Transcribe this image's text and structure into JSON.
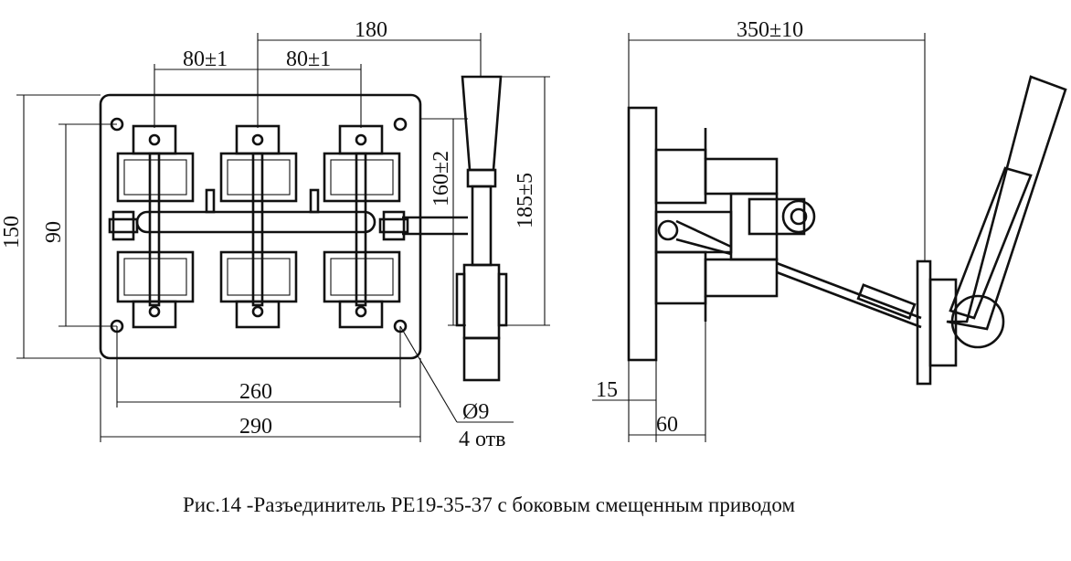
{
  "front_view": {
    "dims": {
      "top_total": "180",
      "pitch_left": "80±1",
      "pitch_right": "80±1",
      "height_total": "150",
      "height_holes": "90",
      "handle_axis": "160±2",
      "handle_height": "185±5",
      "width_holes": "260",
      "width_total": "290",
      "hole_dia": "Ø9",
      "hole_count": "4 отв"
    }
  },
  "side_view": {
    "dims": {
      "overall_depth": "350±10",
      "flange_thickness": "15",
      "base_depth": "60"
    }
  },
  "caption": "Рис.14 -Разъединитель РЕ19-35-37 с боковым смещенным приводом"
}
